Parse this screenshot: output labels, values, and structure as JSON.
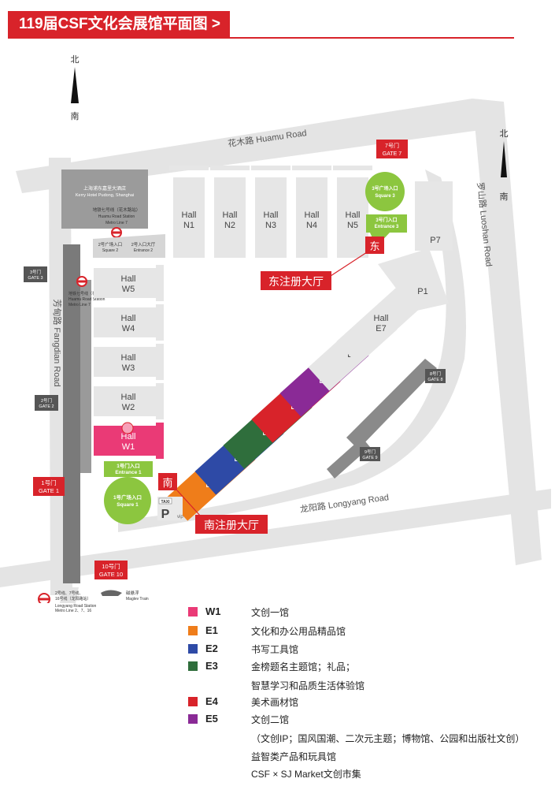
{
  "header": {
    "title": "119届CSF文化会展馆平面图 >"
  },
  "compass_left": {
    "north": "北",
    "south": "南"
  },
  "compass_right": {
    "north": "北",
    "south": "南"
  },
  "roads": {
    "huamu": "花木路 Huamu Road",
    "fangdian": "芳甸路 Fangdian Road",
    "luoshan": "罗山路 Luoshan Road",
    "longyang": "龙阳路 Longyang Road"
  },
  "hotel": {
    "name_cn": "上海浦东嘉里大酒店",
    "name_en": "Kerry Hotel Pudong, Shanghai"
  },
  "stations": {
    "huamu_top": {
      "cn": "地铁七号线（花木路站）",
      "en1": "Huamu Road Station",
      "en2": "Metro Line 7"
    },
    "huamu_left": {
      "cn": "地铁七号线（花木路站）",
      "en1": "Huamu Road Station",
      "en2": "Metro Line 7"
    },
    "longyang": {
      "cn": "2号线、7号线、",
      "cn2": "16号线（龙阳路站）",
      "en1": "Longyang Road Station",
      "en2": "Metro Line 2、7、16"
    },
    "maglev": {
      "cn": "磁悬浮",
      "en": "Maglev Train"
    }
  },
  "squares": {
    "sq2": {
      "cn": "2号广场入口",
      "en": "Square 2"
    },
    "ent2": {
      "cn": "2号入口大厅",
      "en": "Entrance 2"
    }
  },
  "gates": {
    "g1": {
      "cn": "1号门",
      "en": "GATE 1"
    },
    "g2": {
      "cn": "2号门",
      "en": "GATE 2"
    },
    "g3": {
      "cn": "3号门",
      "en": "GATE 3"
    },
    "g7": {
      "cn": "7号门",
      "en": "GATE 7"
    },
    "g8": {
      "cn": "8号门",
      "en": "GATE 8"
    },
    "g9": {
      "cn": "9号门",
      "en": "GATE 9"
    },
    "g10": {
      "cn": "10号门",
      "en": "GATE 10"
    }
  },
  "entrances": {
    "ent1": {
      "cn": "1号门入口",
      "en": "Entrance 1"
    },
    "sq1": {
      "cn": "1号广场入口",
      "en": "Square 1"
    },
    "ent3": {
      "cn": "3号门入口",
      "en": "Entrance 3"
    },
    "sq3": {
      "cn": "3号广场入口",
      "en": "Square 3"
    }
  },
  "registration": {
    "east_char": "东",
    "east_label": "东注册大厅",
    "south_char": "南",
    "south_label": "南注册大厅"
  },
  "parking": {
    "taxi": "TAXI",
    "p": "P",
    "vip": "vip"
  },
  "halls": {
    "hall_word": "Hall",
    "north": [
      "N1",
      "N2",
      "N3",
      "N4",
      "N5"
    ],
    "west": [
      "W5",
      "W4",
      "W3",
      "W2",
      "W1"
    ],
    "east": [
      "E1",
      "E2",
      "E3",
      "E4",
      "E5",
      "E6",
      "E7"
    ],
    "p1": "P1",
    "p7": "P7"
  },
  "colors": {
    "W1": "#ea3a76",
    "E1": "#ef7d1a",
    "E2": "#2e4aa6",
    "E3": "#2f6e3c",
    "E4": "#d8232a",
    "E5": "#8a2a96",
    "green": "#8cc63f",
    "hall_grey": "#e6e6e6",
    "road": "#e4e4e4",
    "dark": "#555555"
  },
  "legend": [
    {
      "code": "W1",
      "color": "#ea3a76",
      "desc": "文创一馆"
    },
    {
      "code": "E1",
      "color": "#ef7d1a",
      "desc": "文化和办公用品精品馆"
    },
    {
      "code": "E2",
      "color": "#2e4aa6",
      "desc": "书写工具馆"
    },
    {
      "code": "E3",
      "color": "#2f6e3c",
      "desc": "金榜题名主题馆；礼品；"
    },
    {
      "code": "E4",
      "color": "#d8232a",
      "desc": "美术画材馆"
    },
    {
      "code": "E5",
      "color": "#8a2a96",
      "desc": "文创二馆"
    }
  ],
  "legend_extra": {
    "e3_line2": "智慧学习和品质生活体验馆",
    "e5_line2": "（文创IP；国风国潮、二次元主题；博物馆、公园和出版社文创）",
    "e5_line3": "益智类产品和玩具馆",
    "e5_line4": "CSF × SJ Market文创市集"
  }
}
